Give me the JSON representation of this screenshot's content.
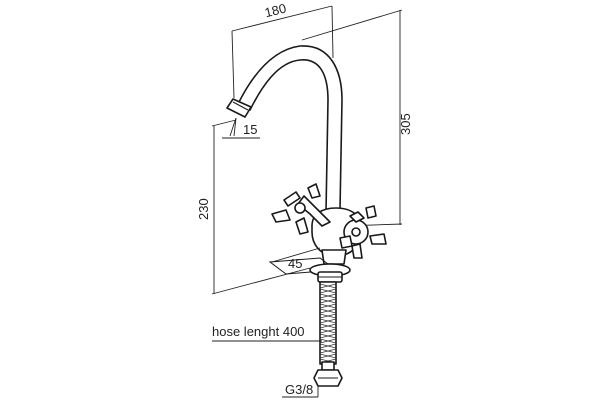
{
  "dimensions": {
    "width": "180",
    "height": "305",
    "inlet_height": "230",
    "aerator_angle": "15",
    "base_angle": "45",
    "hose": "hose lenght 400",
    "thread": "G3/8"
  }
}
